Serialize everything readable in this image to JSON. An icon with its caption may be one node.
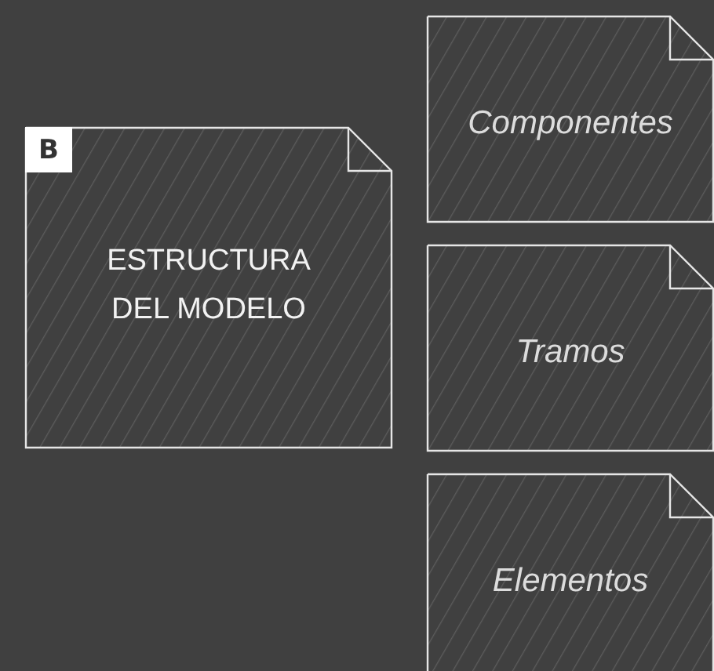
{
  "diagram": {
    "nodes": [
      {
        "text": [
          "B",
          "ESTRUCTURA DEL MODELO"
        ]
      },
      {
        "text": [
          "Componentes"
        ]
      },
      {
        "text": [
          "Tramos"
        ]
      },
      {
        "text": [
          "Elementos"
        ]
      }
    ]
  }
}
